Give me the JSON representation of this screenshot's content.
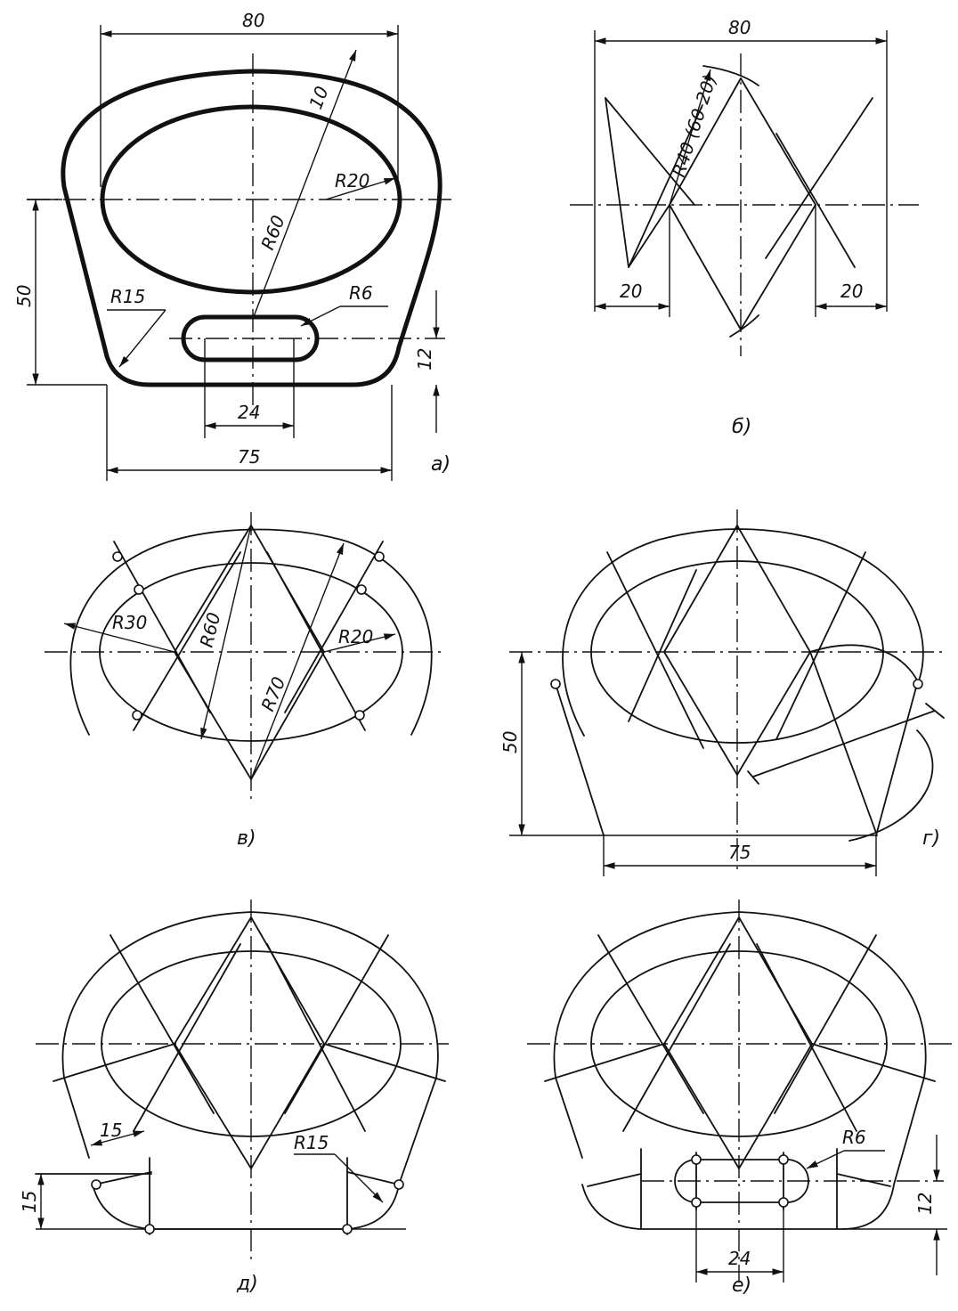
{
  "panels": {
    "a": {
      "caption": "а)",
      "dims": {
        "top_width": "80",
        "thickness": "10",
        "r_small": "R20",
        "r_large": "R60",
        "height": "50",
        "r_fillet": "R15",
        "r_slot": "R6",
        "slot_offset": "12",
        "slot_length": "24",
        "base_width": "75"
      }
    },
    "b": {
      "caption": "б)",
      "dims": {
        "top_width": "80",
        "radius": "R40 (60-20)",
        "left_offset": "20",
        "right_offset": "20"
      }
    },
    "v": {
      "caption": "в)",
      "dims": {
        "r30": "R30",
        "r60": "R60",
        "r20": "R20",
        "r70": "R70"
      }
    },
    "g": {
      "caption": "г)",
      "dims": {
        "height": "50",
        "base_width": "75"
      }
    },
    "d": {
      "caption": "д)",
      "dims": {
        "offset_h": "15",
        "offset_v": "15",
        "r15": "R15"
      }
    },
    "e": {
      "caption": "е)",
      "dims": {
        "r6": "R6",
        "slot_offset": "12",
        "slot_length": "24"
      }
    }
  }
}
